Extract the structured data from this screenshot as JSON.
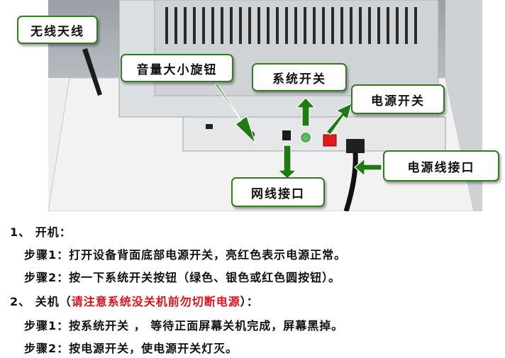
{
  "callouts": {
    "antenna": "无线天线",
    "volume_knob": "音量大小旋钮",
    "system_switch": "系统开关",
    "power_switch": "电源开关",
    "power_port": "电源线接口",
    "network_port": "网线接口"
  },
  "instructions": {
    "section1": {
      "num": "1、",
      "title": "开机："
    },
    "s1_step1": {
      "label": "步骤1：",
      "text": "打开设备背面底部电源开关，亮红色表示电源正常。"
    },
    "s1_step2": {
      "label": "步骤2：",
      "text": "按一下系统开关按钮（绿色、银色或红色圆按钮）。"
    },
    "section2": {
      "num": "2、",
      "title": "关机（",
      "warning": "请注意系统没关机前勿切断电源",
      "tail": "）："
    },
    "s2_step1": {
      "label": "步骤1：",
      "text": "按系统开关 ， 等待正面屏幕关机完成，屏幕黑掉。"
    },
    "s2_step2": {
      "label": "步骤2：",
      "text": "按电源开关，使电源开关灯灭。"
    }
  },
  "colors": {
    "callout_border": "#2f7d1e",
    "arrow_fill": "#1f7a12",
    "warning_text": "#e3101a",
    "power_switch_led": "#e41a1a",
    "system_button": "#55c05a"
  }
}
